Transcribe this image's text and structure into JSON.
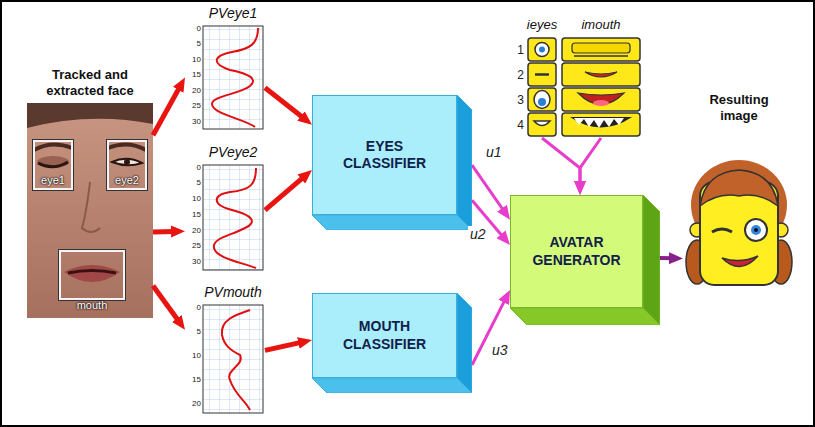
{
  "diagram": {
    "nodes": [
      {
        "text": [
          "Tracked and extracted face"
        ]
      },
      {
        "text": [
          "eye1"
        ],
        "in": 0
      },
      {
        "text": [
          "eye2"
        ],
        "in": 0
      },
      {
        "text": [
          "mouth"
        ],
        "in": 0
      },
      {
        "text": [
          "PVeye1"
        ]
      },
      {
        "text": [
          "PVeye2"
        ]
      },
      {
        "text": [
          "PVmouth"
        ]
      },
      {
        "text": [
          "EYES CLASSIFIER"
        ]
      },
      {
        "text": [
          "MOUTH CLASSIFIER"
        ]
      },
      {
        "text": [
          "ieyes"
        ]
      },
      {
        "text": [
          "imouth"
        ]
      },
      {
        "text": [
          "AVATAR GENERATOR"
        ]
      },
      {
        "text": [
          "Resulting image"
        ]
      }
    ],
    "edges": [
      {
        "from": 0,
        "to": 4,
        "arrow": "to"
      },
      {
        "from": 0,
        "to": 5,
        "arrow": "to"
      },
      {
        "from": 0,
        "to": 6,
        "arrow": "to"
      },
      {
        "from": 4,
        "to": 7,
        "arrow": "to"
      },
      {
        "from": 5,
        "to": 7,
        "arrow": "to"
      },
      {
        "from": 6,
        "to": 8,
        "arrow": "to"
      },
      {
        "from": 7,
        "to": 11,
        "label": "u1",
        "arrow": "to"
      },
      {
        "from": 7,
        "to": 11,
        "label": "u2",
        "arrow": "to"
      },
      {
        "from": 8,
        "to": 11,
        "label": "u3",
        "arrow": "to"
      },
      {
        "from": 9,
        "to": 11,
        "arrow": "to"
      },
      {
        "from": 10,
        "to": 11,
        "arrow": "to"
      },
      {
        "from": 11,
        "to": 12,
        "arrow": "to"
      }
    ],
    "labels": [
      "0",
      "5",
      "10",
      "15",
      "20",
      "25",
      "30",
      "0",
      "5",
      "10",
      "15",
      "20",
      "25",
      "30",
      "0",
      "5",
      "10",
      "15",
      "20",
      "1",
      "2",
      "3",
      "4"
    ]
  }
}
